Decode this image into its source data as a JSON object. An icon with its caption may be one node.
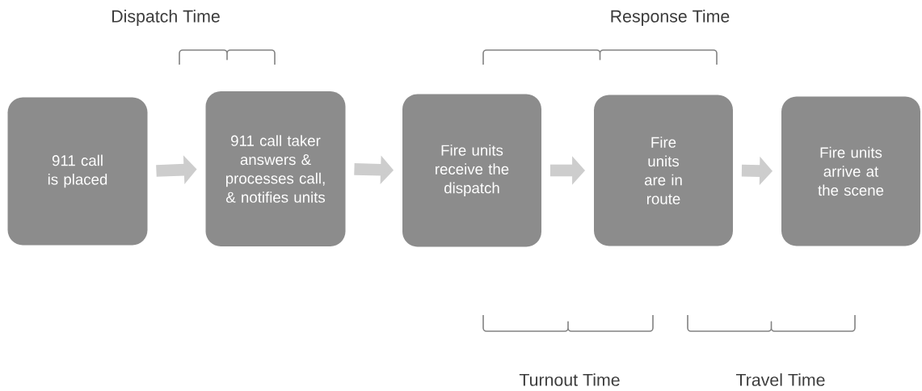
{
  "diagram": {
    "nodes": [
      {
        "text": [
          "911 call is placed"
        ]
      },
      {
        "text": [
          "911 call taker answers & processes call, & notifies units"
        ]
      },
      {
        "text": [
          "Fire units receive the dispatch"
        ]
      },
      {
        "text": [
          "Fire units are in route"
        ]
      },
      {
        "text": [
          "Fire units arrive at the scene"
        ]
      }
    ],
    "edges": [
      {
        "from": 0,
        "to": 1,
        "arrow": "to"
      },
      {
        "from": 1,
        "to": 2,
        "arrow": "to"
      },
      {
        "from": 2,
        "to": 3,
        "arrow": "to"
      },
      {
        "from": 3,
        "to": 4,
        "arrow": "to"
      }
    ],
    "labels": [
      "Dispatch Time",
      "Response Time",
      "Turnout Time",
      "Travel Time"
    ]
  }
}
